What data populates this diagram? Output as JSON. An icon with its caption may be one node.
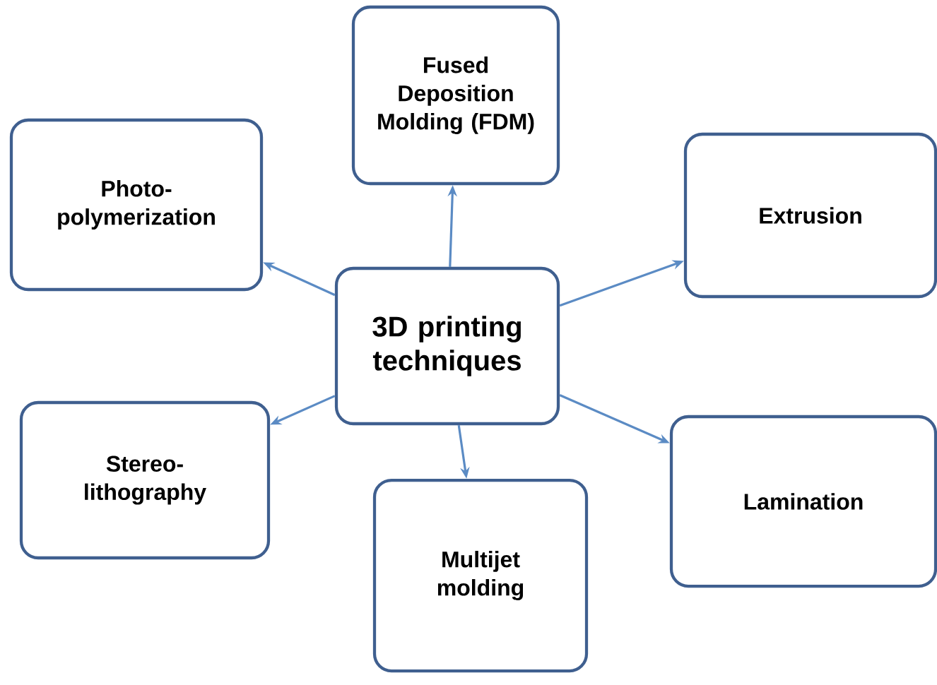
{
  "diagram": {
    "nodes": [
      {
        "text": [
          "3D printing techniques"
        ]
      },
      {
        "text": [
          "Fused Deposition Molding (FDM)"
        ]
      },
      {
        "text": [
          "Photo- polymerization"
        ]
      },
      {
        "text": [
          "Extrusion"
        ]
      },
      {
        "text": [
          "Stereo- lithography"
        ]
      },
      {
        "text": [
          "Lamination"
        ]
      },
      {
        "text": [
          "Multijet molding"
        ]
      }
    ],
    "edges": [
      {
        "from": 0,
        "to": 1,
        "arrow": "to"
      },
      {
        "from": 0,
        "to": 2,
        "arrow": "to"
      },
      {
        "from": 0,
        "to": 3,
        "arrow": "to"
      },
      {
        "from": 0,
        "to": 4,
        "arrow": "to"
      },
      {
        "from": 0,
        "to": 5,
        "arrow": "to"
      },
      {
        "from": 0,
        "to": 6,
        "arrow": "to"
      }
    ]
  }
}
